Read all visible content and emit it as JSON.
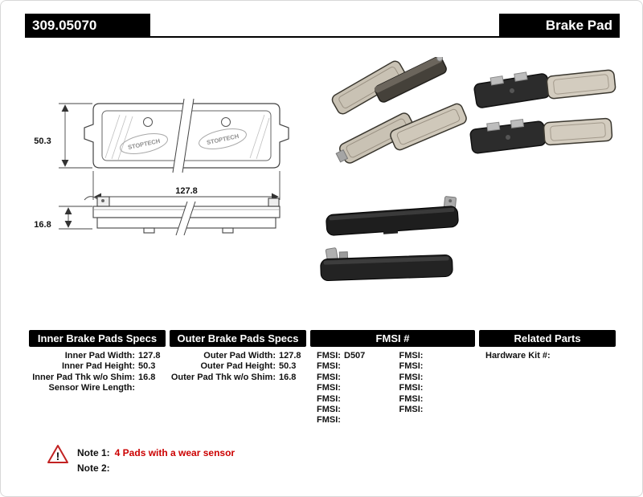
{
  "header": {
    "part_number": "309.05070",
    "product_name": "Brake Pad"
  },
  "drawing": {
    "pad_height": "50.3",
    "pad_width": "127.8",
    "pad_thickness": "16.8",
    "watermark": "STOPTECH"
  },
  "table": {
    "inner": {
      "header": "Inner Brake Pads Specs",
      "rows": [
        {
          "label": "Inner Pad Width:",
          "value": "127.8"
        },
        {
          "label": "Inner Pad Height:",
          "value": "50.3"
        },
        {
          "label": "Inner Pad Thk w/o Shim:",
          "value": "16.8"
        },
        {
          "label": "Sensor Wire Length:",
          "value": ""
        }
      ]
    },
    "outer": {
      "header": "Outer Brake Pads Specs",
      "rows": [
        {
          "label": "Outer Pad Width:",
          "value": "127.8"
        },
        {
          "label": "Outer Pad Height:",
          "value": "50.3"
        },
        {
          "label": "Outer Pad Thk w/o Shim:",
          "value": "16.8"
        }
      ]
    },
    "fmsi": {
      "header": "FMSI #",
      "left_rows": [
        {
          "label": "FMSI:",
          "value": "D507"
        },
        {
          "label": "FMSI:",
          "value": ""
        },
        {
          "label": "FMSI:",
          "value": ""
        },
        {
          "label": "FMSI:",
          "value": ""
        },
        {
          "label": "FMSI:",
          "value": ""
        },
        {
          "label": "FMSI:",
          "value": ""
        },
        {
          "label": "FMSI:",
          "value": ""
        }
      ],
      "right_rows": [
        {
          "label": "FMSI:",
          "value": ""
        },
        {
          "label": "FMSI:",
          "value": ""
        },
        {
          "label": "FMSI:",
          "value": ""
        },
        {
          "label": "FMSI:",
          "value": ""
        },
        {
          "label": "FMSI:",
          "value": ""
        },
        {
          "label": "FMSI:",
          "value": ""
        }
      ]
    },
    "related": {
      "header": "Related Parts",
      "rows": [
        {
          "label": "Hardware Kit #:",
          "value": ""
        }
      ]
    }
  },
  "notes": {
    "note1_label": "Note 1:",
    "note1_text": "4 Pads with a wear sensor",
    "note2_label": "Note 2:",
    "note2_text": ""
  },
  "icons": {
    "warning_glyph": "!"
  }
}
